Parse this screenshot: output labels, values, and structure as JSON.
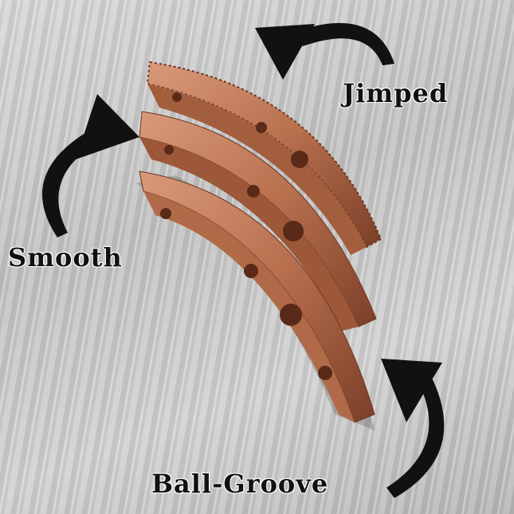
{
  "labels": {
    "jimped": "Jimped",
    "smooth": "Smooth",
    "ball_groove": "Ball-Groove"
  },
  "colors": {
    "copper": "#b8704e",
    "copper_dark": "#7a3f28",
    "arrow": "#111111",
    "background": "#cfcfcf"
  }
}
